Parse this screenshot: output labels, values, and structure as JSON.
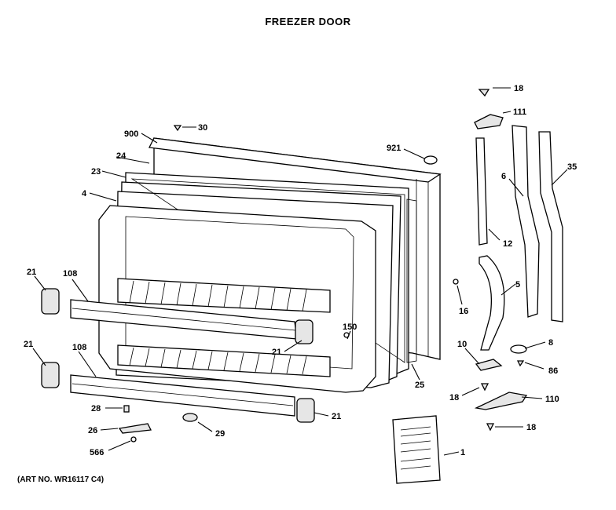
{
  "title": "FREEZER DOOR",
  "art_no": "(ART NO. WR16117 C4)",
  "callouts": {
    "c18a": "18",
    "c111": "111",
    "c30": "30",
    "c900": "900",
    "c921": "921",
    "c24": "24",
    "c23": "23",
    "c4": "4",
    "c6": "6",
    "c35": "35",
    "c12": "12",
    "c21a": "21",
    "c108a": "108",
    "c5": "5",
    "c16": "16",
    "c150": "150",
    "c21b": "21",
    "c21c": "21",
    "c108b": "108",
    "c10": "10",
    "c8": "8",
    "c86": "86",
    "c25": "25",
    "c18b": "18",
    "c110": "110",
    "c28": "28",
    "c21d": "21",
    "c18c": "18",
    "c26": "26",
    "c29": "29",
    "c566": "566",
    "c1": "1"
  }
}
